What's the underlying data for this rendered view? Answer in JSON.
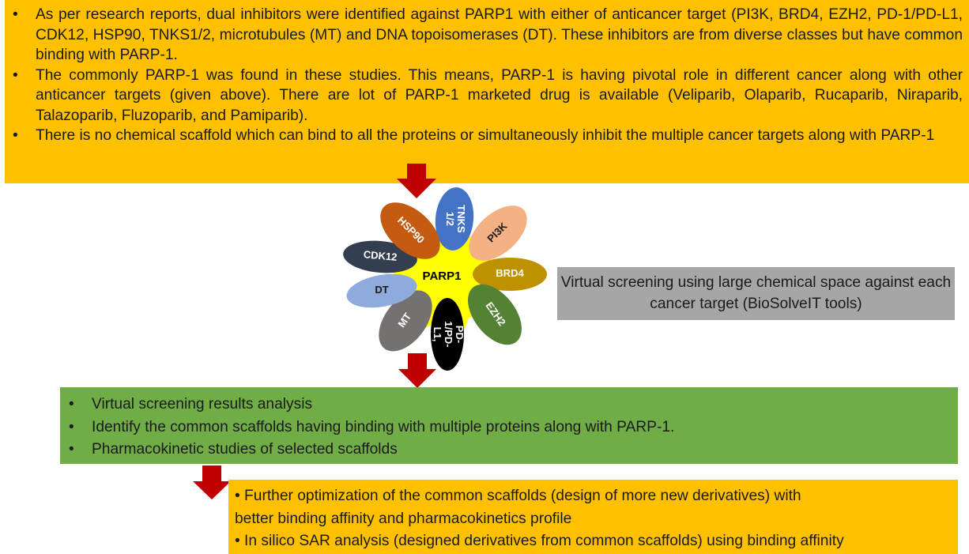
{
  "top_box": {
    "bullets": [
      "As per research reports, dual inhibitors were identified against PARP1 with either of anticancer target (PI3K, BRD4, EZH2, PD-1/PD-L1, CDK12, HSP90, TNKS1/2, microtubules (MT) and DNA topoisomerases (DT). These inhibitors are from diverse classes but have common binding with PARP-1.",
      "The commonly PARP-1 was found in these studies. This means, PARP-1 is having pivotal role in different cancer along with other anticancer targets (given above). There are lot of PARP-1 marketed drug is available (Veliparib, Olaparib, Rucaparib, Niraparib, Talazoparib, Fluzoparib, and Pamiparib).",
      "There is no chemical scaffold which can bind to all the proteins or simultaneously inhibit the multiple cancer targets along with PARP-1"
    ]
  },
  "hub": {
    "label": "PARP1",
    "color": "#ffff00"
  },
  "petals": [
    {
      "label_lines": [
        "TNKS",
        "1/2"
      ],
      "color": "#4472c4",
      "text_color": "#ffffff"
    },
    {
      "label_lines": [
        "PI3K"
      ],
      "color": "#f4b183",
      "text_color": "#1a1a1a"
    },
    {
      "label_lines": [
        "BRD4"
      ],
      "color": "#bf9000",
      "text_color": "#ffffff"
    },
    {
      "label_lines": [
        "EZH2"
      ],
      "color": "#548235",
      "text_color": "#ffffff"
    },
    {
      "label_lines": [
        "PD-",
        "1/PD-",
        "L1,"
      ],
      "color": "#000000",
      "text_color": "#ffffff"
    },
    {
      "label_lines": [
        "MT"
      ],
      "color": "#767171",
      "text_color": "#ffffff"
    },
    {
      "label_lines": [
        "DT"
      ],
      "color": "#8faadc",
      "text_color": "#1a1a1a"
    },
    {
      "label_lines": [
        "CDK12"
      ],
      "color": "#333f50",
      "text_color": "#ffffff"
    },
    {
      "label_lines": [
        "HSP90"
      ],
      "color": "#c55a11",
      "text_color": "#ffffff"
    }
  ],
  "gray_box": {
    "text": "Virtual screening using large chemical space against each cancer target (BioSolveIT tools)"
  },
  "green_box": {
    "bullets": [
      "Virtual screening results analysis",
      "Identify the common scaffolds having binding with multiple proteins along with PARP-1.",
      "Pharmacokinetic studies of selected scaffolds"
    ]
  },
  "orange_box": {
    "line1": "•   Further optimization of the common scaffolds (design of more new derivatives) with",
    "line2": "better binding affinity and pharmacokinetics profile",
    "line3": "•   In silico SAR analysis (designed derivatives from common scaffolds) using binding affinity"
  },
  "colors": {
    "arrow": "#c00000",
    "top_box": "#ffc000",
    "green_box": "#70ad47",
    "gray_box": "#a6a6a6"
  }
}
